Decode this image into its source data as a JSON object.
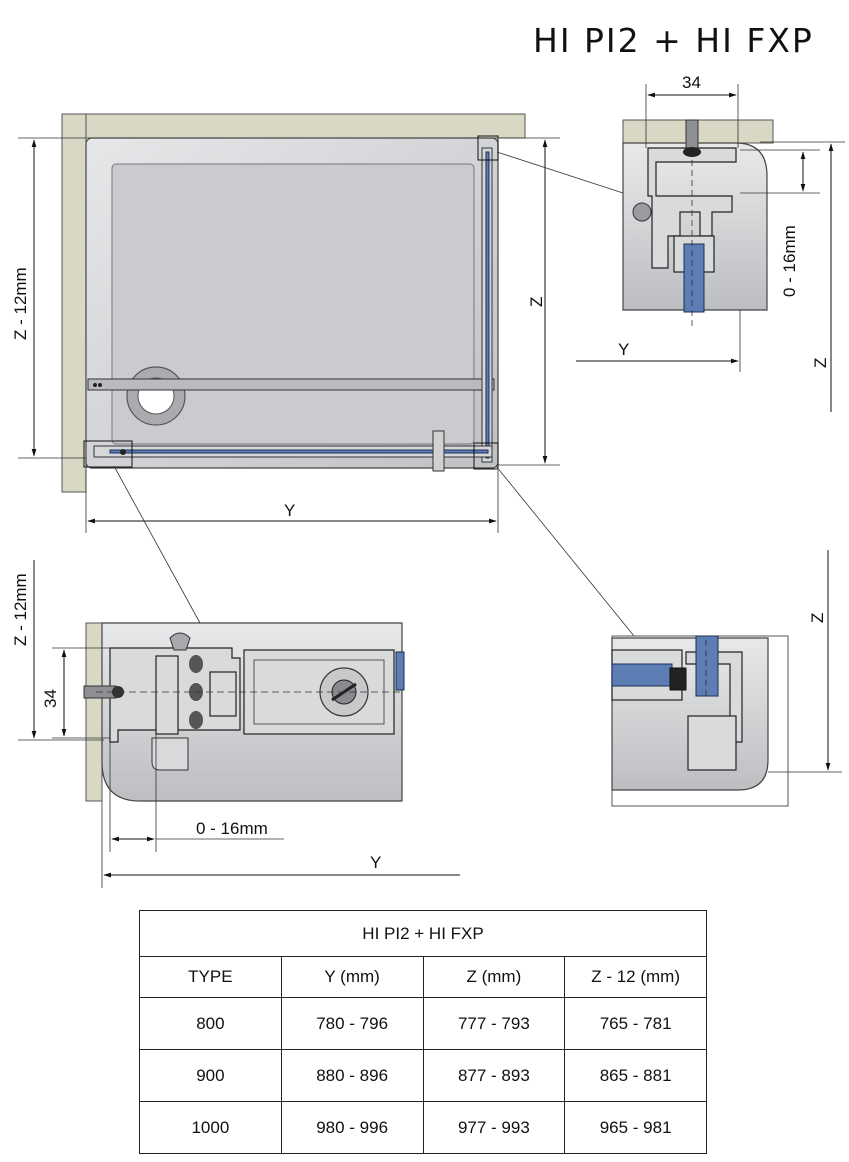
{
  "title": "HI PI2 + HI FXP",
  "dimensions": {
    "z_minus_12": "Z - 12mm",
    "z": "Z",
    "y": "Y",
    "width_34": "34",
    "adjust_range": "0 - 16mm"
  },
  "table": {
    "caption": "HI PI2 + HI FXP",
    "headers": [
      "TYPE",
      "Y (mm)",
      "Z (mm)",
      "Z - 12 (mm)"
    ],
    "rows": [
      [
        "800",
        "780 - 796",
        "777 - 793",
        "765 - 781"
      ],
      [
        "900",
        "880 - 896",
        "877 - 893",
        "865 - 881"
      ],
      [
        "1000",
        "980 - 996",
        "977 - 993",
        "965 - 981"
      ]
    ]
  },
  "colors": {
    "wall": "#d8d8c4",
    "tray": "#cfd1d3",
    "glass": "#5d7db5"
  }
}
